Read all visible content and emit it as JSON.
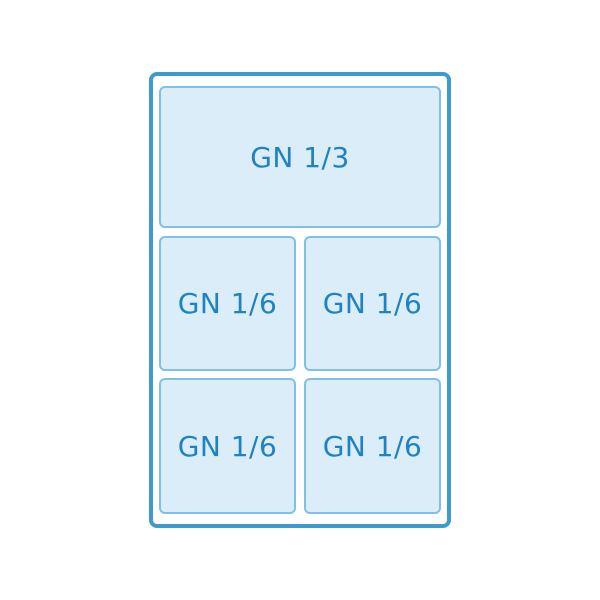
{
  "colors": {
    "frame_border": "#3e9bd0",
    "cell_border": "#7fc0e6",
    "cell_fill": "#dcedfa",
    "label_text": "#1f82c1",
    "background": "#ffffff"
  },
  "container": {
    "sections": [
      {
        "label": "GN 1/3"
      },
      {
        "label": "GN 1/6"
      },
      {
        "label": "GN 1/6"
      },
      {
        "label": "GN 1/6"
      },
      {
        "label": "GN 1/6"
      }
    ]
  }
}
